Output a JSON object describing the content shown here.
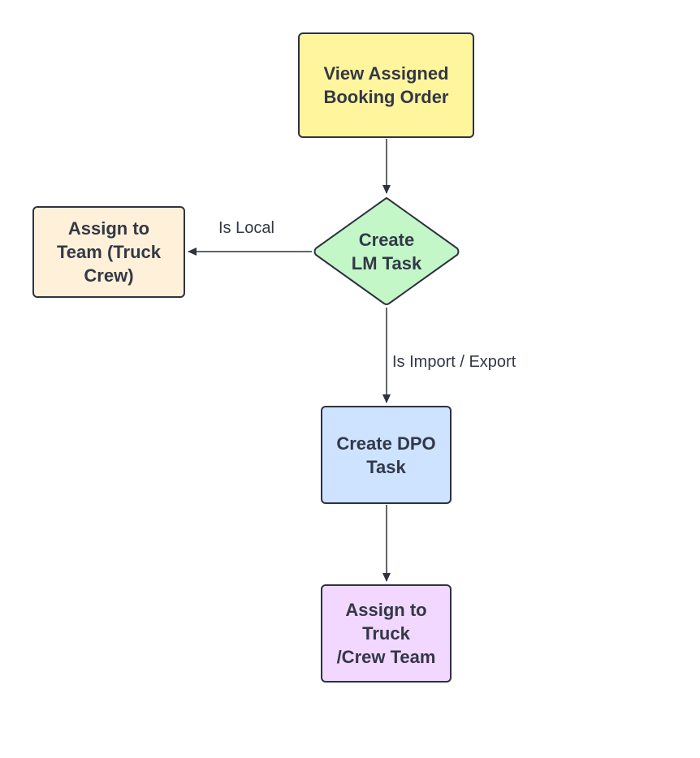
{
  "diagram": {
    "nodes": {
      "view_order": {
        "label": "View Assigned\nBooking Order",
        "fill": "#fff59d"
      },
      "create_lm": {
        "label": "Create\nLM Task",
        "fill": "#c3f7c8"
      },
      "assign_team": {
        "label": "Assign to\nTeam (Truck\nCrew)",
        "fill": "#fff1d9"
      },
      "create_dpo": {
        "label": "Create DPO\nTask",
        "fill": "#cde3ff"
      },
      "assign_truck": {
        "label": "Assign to\nTruck\n/Crew Team",
        "fill": "#f2d7ff"
      }
    },
    "edges": {
      "local_label": "Is Local",
      "import_export_label": "Is Import / Export"
    },
    "colors": {
      "stroke": "#2f3240",
      "text": "#333847"
    }
  }
}
